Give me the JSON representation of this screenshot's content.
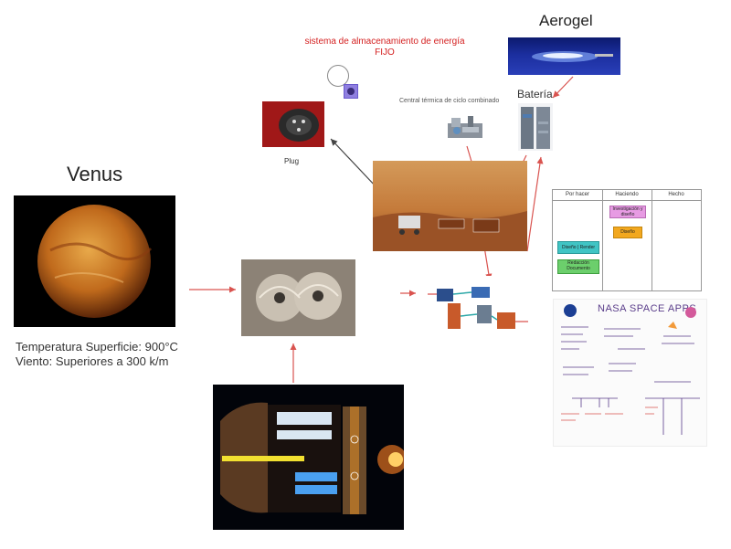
{
  "venus": {
    "title": "Venus",
    "temperature": "Temperatura Superficie: 900°C",
    "wind": "Viento: Superiores a 300 k/m"
  },
  "aerogel": {
    "title": "Aerogel"
  },
  "bateria": {
    "title": "Batería"
  },
  "storage": {
    "line1": "sistema de almacenamiento de energía",
    "line2": "FIJO"
  },
  "plug": {
    "label": "Plug"
  },
  "central": {
    "label": "Central térmica de ciclo combinado"
  },
  "kanban": {
    "columns": [
      "Por hacer",
      "Haciendo",
      "Hecho"
    ],
    "cards": {
      "diseno_render": "Diseño | Render",
      "redaccion": "Redacción Documento",
      "investigacion": "Investigación y diseño",
      "diseno": "Diseño"
    }
  },
  "whiteboard": {
    "title": "NASA SPACE APPS"
  },
  "colors": {
    "arrow_red": "#d9534f",
    "arrow_dark": "#444444",
    "storage_text": "#d42020"
  }
}
